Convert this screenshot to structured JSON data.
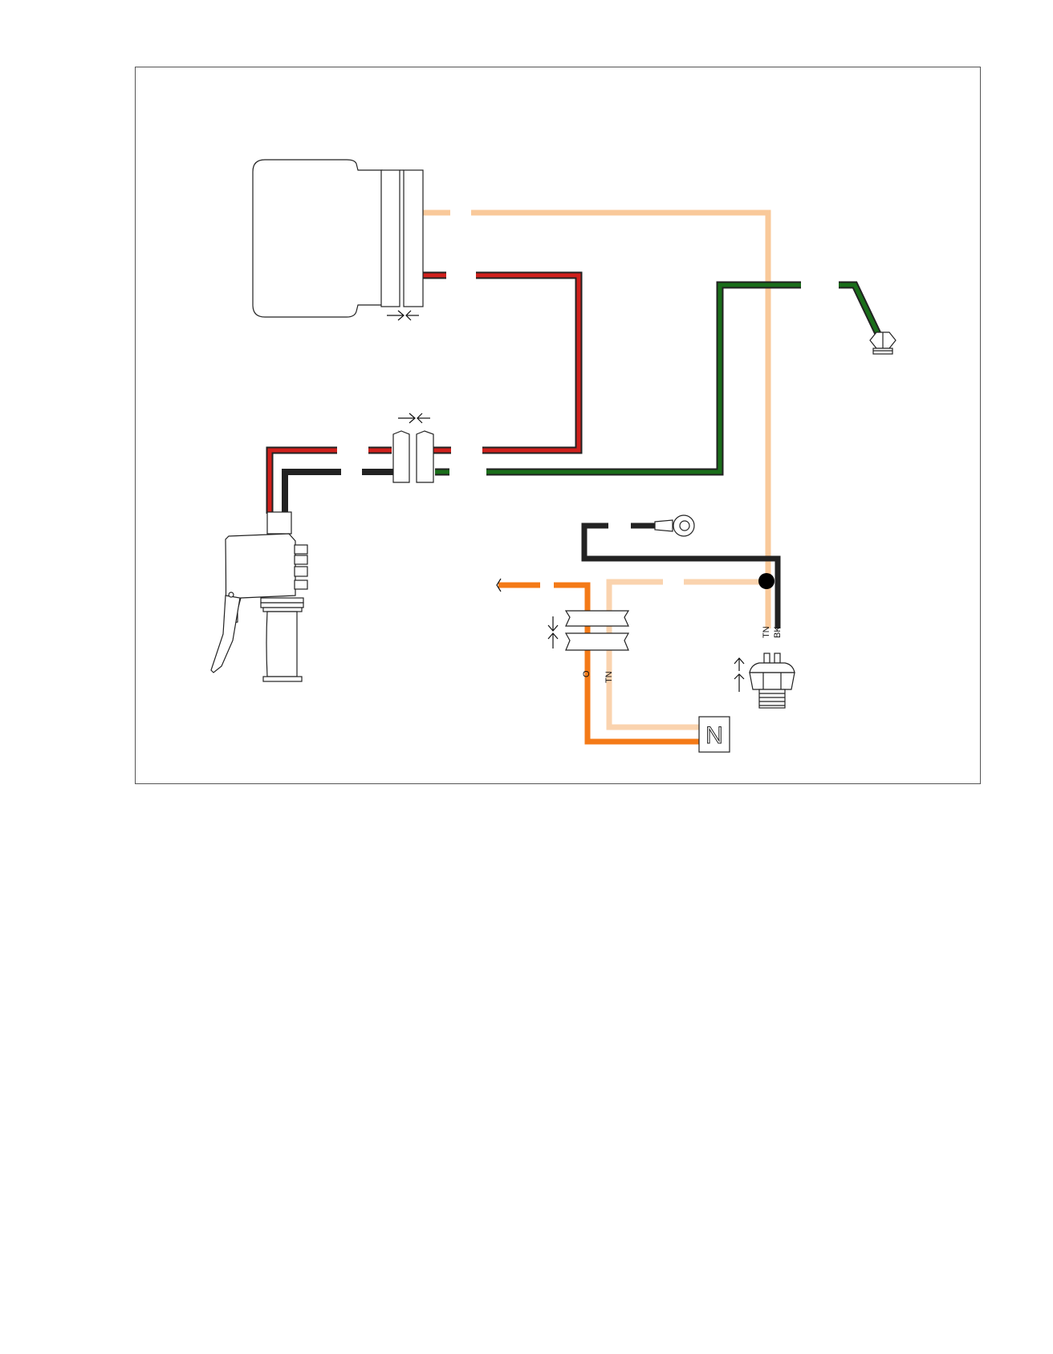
{
  "diagram": {
    "labels": {
      "neutral_switch": "N",
      "wire_orange": "O",
      "wire_tan_left": "TN",
      "wire_tan_right": "TN",
      "wire_black_right": "BK"
    },
    "wire_colors": {
      "tan": "#F9C99A",
      "red": "#D0201C",
      "green": "#1A6E1A",
      "black": "#222222",
      "orange": "#F47A17",
      "light_tan": "#FAD3AE",
      "junction": "#000000"
    }
  }
}
